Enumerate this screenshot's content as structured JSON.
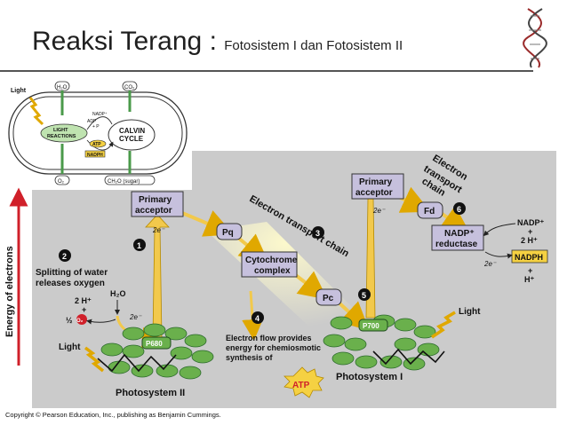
{
  "slide": {
    "title_main": "Reaksi Terang",
    "title_colon": " : ",
    "title_sub": "Fotosistem I dan Fotosistem II",
    "copyright": "Copyright © Pearson Education, Inc., publishing as Benjamin Cummings."
  },
  "inset": {
    "light": "Light",
    "h2o": "H₂O",
    "co2": "CO₂",
    "nadp": "NADP⁺",
    "adp": "ADP",
    "pi": "+ P",
    "light_reactions_1": "LIGHT",
    "light_reactions_2": "REACTIONS",
    "calvin_1": "CALVIN",
    "calvin_2": "CYCLE",
    "atp": "ATP",
    "nadph": "NADPH",
    "o2": "O₂",
    "ch2o": "CH₂O (sugar)"
  },
  "main": {
    "y_axis_label": "Energy of electrons",
    "primary_acceptor_1a": "Primary",
    "primary_acceptor_1b": "acceptor",
    "primary_acceptor_2a": "Primary",
    "primary_acceptor_2b": "acceptor",
    "e_minus": "2e⁻",
    "pq": "Pq",
    "cytochrome_a": "Cytochrome",
    "cytochrome_b": "complex",
    "pc": "Pc",
    "fd": "Fd",
    "nadp_reductase_a": "NADP⁺",
    "nadp_reductase_b": "reductase",
    "nadp_plus": "NADP⁺",
    "plus1": "+",
    "two_h_plus": "2 H⁺",
    "nadph": "NADPH",
    "plus2": "+",
    "h_plus": "H⁺",
    "etc_label_1": "Electron transport chain",
    "etc_label_2a": "Electron",
    "etc_label_2b": "transport",
    "etc_label_2c": "chain",
    "step1": "1",
    "step2": "2",
    "step3": "3",
    "step4": "4",
    "step5": "5",
    "step6": "6",
    "splitting_a": "Splitting of water",
    "splitting_b": "releases oxygen",
    "two_h_plus_left": "2 H⁺",
    "plus_left": "+",
    "half_o2": "½",
    "o2": "O₂",
    "h2o": "H₂O",
    "light_left": "Light",
    "light_right": "Light",
    "p680": "P680",
    "p700": "P700",
    "ps2": "Photosystem II",
    "ps1": "Photosystem I",
    "flow_a": "Electron flow provides",
    "flow_b": "energy for chemiosmotic",
    "flow_c": "synthesis of",
    "atp": "ATP"
  },
  "colors": {
    "panel": "#c8c8c8",
    "box": "#c6c0dd",
    "arrow": "#f2c94c",
    "chlorophyll": "#6ab04c",
    "axis_red": "#d0202a"
  }
}
